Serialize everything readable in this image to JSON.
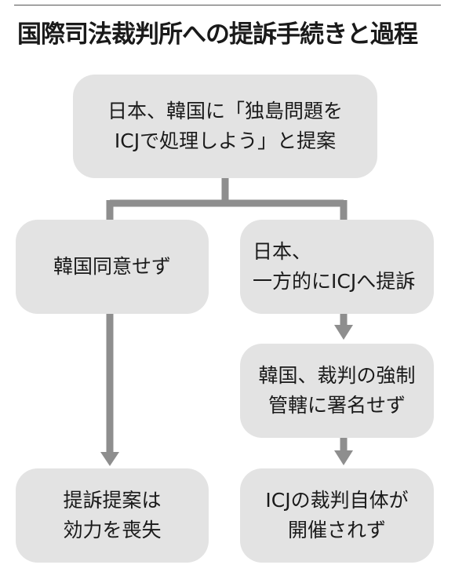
{
  "title": "国際司法裁判所への提訴手続きと過程",
  "nodes": {
    "top": {
      "line1": "日本、韓国に「独島問題を",
      "line2": "ICJで処理しよう」と提案"
    },
    "left1": {
      "line1": "韓国同意せず"
    },
    "right1": {
      "line1": "日本、",
      "line2": "一方的にICJへ提訴"
    },
    "right2": {
      "line1": "韓国、裁判の強制",
      "line2": "管轄に署名せず"
    },
    "left2": {
      "line1": "提訴提案は",
      "line2": "効力を喪失"
    },
    "right3": {
      "line1": "ICJの裁判自体が",
      "line2": "開催されず"
    }
  },
  "colors": {
    "node_fill": "#e3e3e3",
    "connector": "#8e8e8e",
    "text": "#1a1a1a"
  }
}
